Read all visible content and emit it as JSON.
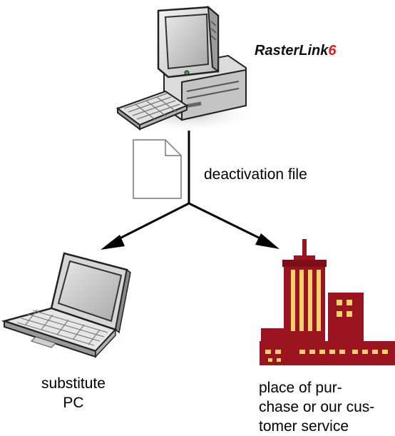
{
  "logo": {
    "text": "RasterLink",
    "suffix": "6"
  },
  "file_label": "deactivation file",
  "substitute_pc": {
    "line1": "substitute",
    "line2": "PC"
  },
  "place_of_purchase": {
    "line1": "place of pur-",
    "line2": "chase or our cus-",
    "line3": "tomer service"
  },
  "colors": {
    "building": "#9b1520",
    "building_window": "#f2d36b",
    "logo_accent": "#e31b1b",
    "arrow": "#000000"
  }
}
